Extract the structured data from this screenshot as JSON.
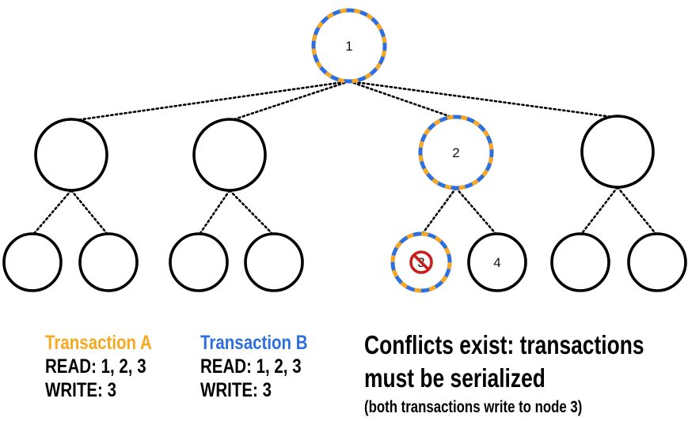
{
  "colors": {
    "transaction_a": "#F7A823",
    "transaction_b": "#2E6FE0",
    "node_stroke": "#000000",
    "blocked_icon": "#C8211B"
  },
  "tree": {
    "nodes": [
      {
        "id": "root",
        "label": "1",
        "accessed": true
      },
      {
        "id": "l1-a",
        "label": "",
        "accessed": false
      },
      {
        "id": "l1-b",
        "label": "",
        "accessed": false
      },
      {
        "id": "l1-c",
        "label": "2",
        "accessed": true
      },
      {
        "id": "l1-d",
        "label": "",
        "accessed": false
      },
      {
        "id": "l2-a1",
        "label": "",
        "accessed": false
      },
      {
        "id": "l2-a2",
        "label": "",
        "accessed": false
      },
      {
        "id": "l2-b1",
        "label": "",
        "accessed": false
      },
      {
        "id": "l2-b2",
        "label": "",
        "accessed": false
      },
      {
        "id": "l2-c1",
        "label": "3",
        "accessed": true,
        "blocked": true
      },
      {
        "id": "l2-c2",
        "label": "4",
        "accessed": false
      },
      {
        "id": "l2-d1",
        "label": "",
        "accessed": false
      },
      {
        "id": "l2-d2",
        "label": "",
        "accessed": false
      }
    ],
    "edges": [
      [
        "root",
        "l1-a"
      ],
      [
        "root",
        "l1-b"
      ],
      [
        "root",
        "l1-c"
      ],
      [
        "root",
        "l1-d"
      ],
      [
        "l1-a",
        "l2-a1"
      ],
      [
        "l1-a",
        "l2-a2"
      ],
      [
        "l1-b",
        "l2-b1"
      ],
      [
        "l1-b",
        "l2-b2"
      ],
      [
        "l1-c",
        "l2-c1"
      ],
      [
        "l1-c",
        "l2-c2"
      ],
      [
        "l1-d",
        "l2-d1"
      ],
      [
        "l1-d",
        "l2-d2"
      ]
    ],
    "blocked_icon": "no-entry-icon"
  },
  "legend": {
    "a": {
      "title": "Transaction A",
      "read": "READ: 1, 2, 3",
      "write": "WRITE: 3"
    },
    "b": {
      "title": "Transaction B",
      "read": "READ: 1, 2, 3",
      "write": "WRITE: 3"
    }
  },
  "conflict": {
    "line1": "Conflicts exist: transactions",
    "line2": "must be serialized",
    "note": "(both transactions write to node 3)"
  }
}
